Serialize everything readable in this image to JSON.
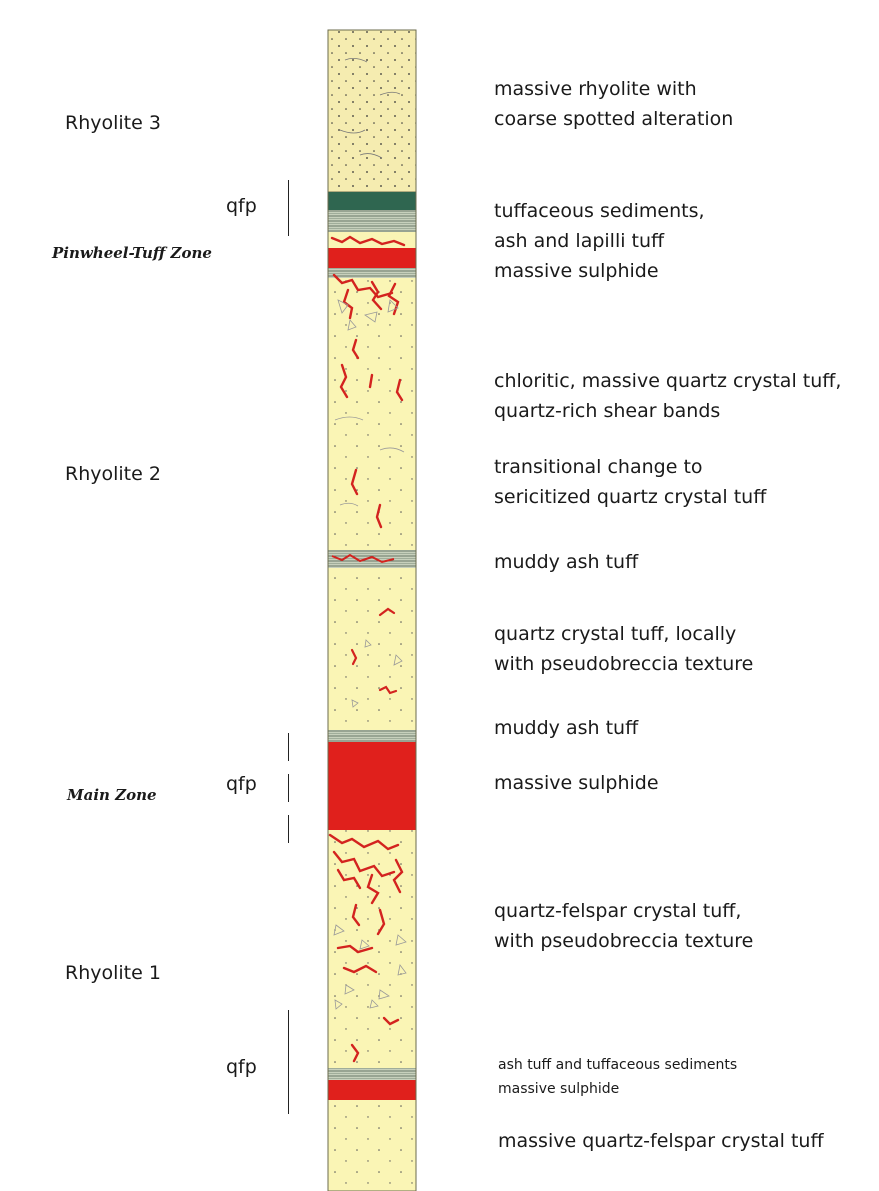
{
  "units": {
    "rhyolite3": "Rhyolite 3",
    "rhyolite2": "Rhyolite 2",
    "rhyolite1": "Rhyolite 1"
  },
  "zones": {
    "pinwheel": "Pinwheel-Tuff Zone",
    "main": "Main Zone"
  },
  "qfp_label": "qfp",
  "descriptions": {
    "d1_l1": "massive rhyolite with",
    "d1_l2": "coarse spotted alteration",
    "d2_l1": "tuffaceous sediments,",
    "d2_l2": "ash and lapilli tuff",
    "d2_l3": "massive sulphide",
    "d3_l1": "chloritic, massive quartz crystal tuff,",
    "d3_l2": "quartz-rich shear bands",
    "d4_l1": "transitional change to",
    "d4_l2": "sericitized quartz crystal tuff",
    "d5": "muddy ash tuff",
    "d6_l1": "quartz crystal tuff, locally",
    "d6_l2": "with pseudobreccia texture",
    "d7": "muddy ash tuff",
    "d8": "massive sulphide",
    "d9_l1": "quartz-felspar crystal tuff,",
    "d9_l2": "with pseudobreccia texture",
    "d10_l1": "ash tuff and tuffaceous sediments",
    "d10_l2": "massive sulphide",
    "d11": "massive quartz-felspar crystal tuff"
  },
  "colors": {
    "tuff_fill": "#faf5b5",
    "rhyolite3_fill": "#f5ecb0",
    "sulphide_red": "#e0201c",
    "qfp_green": "#2f6650",
    "banded_grey": "#a9b5a0",
    "outline": "#6b6b4e"
  }
}
